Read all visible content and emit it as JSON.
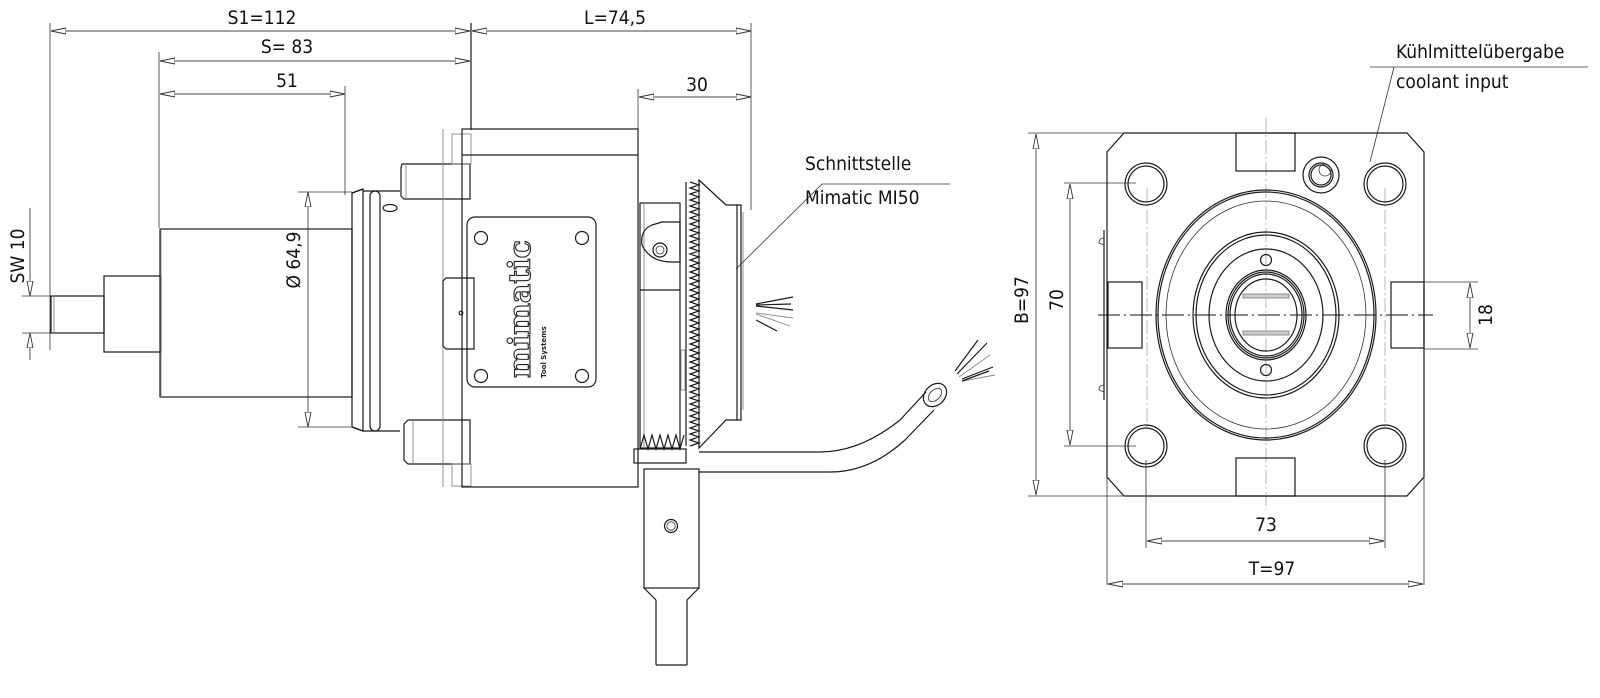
{
  "drawing": {
    "title": "Mimatic driven tool holder - technical drawing",
    "side_view": {
      "dimensions": {
        "s1": "S1=112",
        "s": "S= 83",
        "d51": "51",
        "l": "L=74,5",
        "d30": "30",
        "sw": "SW 10",
        "diameter": "Ø 64,9"
      },
      "callout_interface": {
        "line1": "Schnittstelle",
        "line2": "Mimatic MI50"
      },
      "logo": {
        "brand": "mimatic",
        "tagline": "Tool Systems"
      }
    },
    "front_view": {
      "dimensions": {
        "b": "B=97",
        "d70": "70",
        "d18": "18",
        "d73": "73",
        "t": "T=97"
      },
      "callout_coolant": {
        "line1": "Kühlmittelübergabe",
        "line2": "coolant input"
      }
    }
  },
  "colors": {
    "line": "#1a1a1a",
    "background": "#ffffff",
    "centerline": "#999999"
  }
}
